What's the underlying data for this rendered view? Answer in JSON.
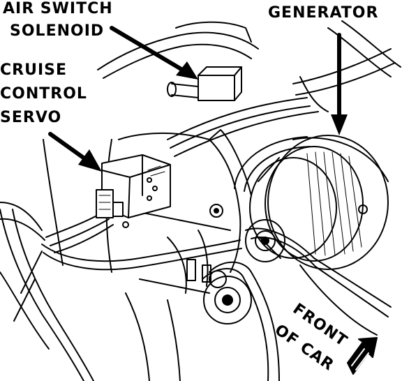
{
  "labels": {
    "air_switch_line1": "AIR SWITCH",
    "air_switch_line2": "SOLENOID",
    "generator": "GENERATOR",
    "cruise_line1": "CRUISE",
    "cruise_line2": "CONTROL",
    "cruise_line3": "SERVO",
    "front_line1": "FRONT",
    "front_line2": "OF CAR"
  },
  "colors": {
    "ink": "#000000",
    "paper": "#ffffff"
  }
}
